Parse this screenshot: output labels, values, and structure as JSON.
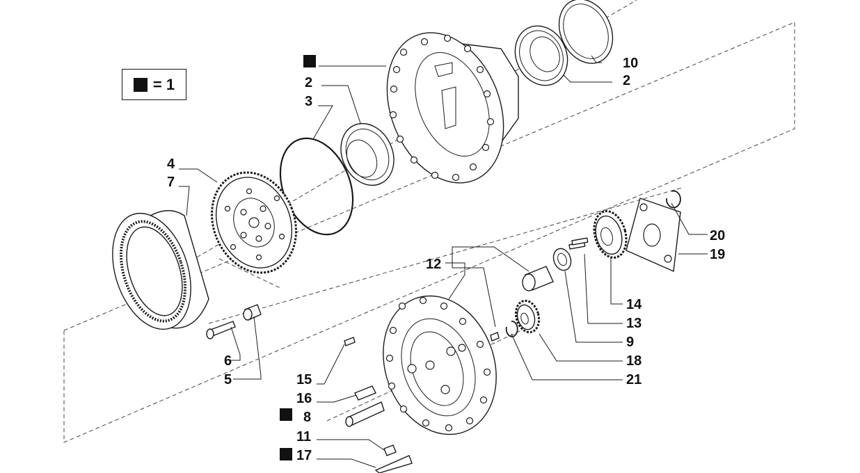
{
  "legend": {
    "marker": "black-square-icon",
    "equals_text": "= 1"
  },
  "labels": {
    "l2a": "2",
    "l3": "3",
    "l4": "4",
    "l7": "7",
    "l10": "10",
    "l2b": "2",
    "l20": "20",
    "l19": "19",
    "l12": "12",
    "l14": "14",
    "l13": "13",
    "l9": "9",
    "l18": "18",
    "l21": "21",
    "l6": "6",
    "l5": "5",
    "l15": "15",
    "l16": "16",
    "l8": "8",
    "l11": "11",
    "l17": "17"
  },
  "colors": {
    "ink": "#111111",
    "background": "#ffffff"
  }
}
